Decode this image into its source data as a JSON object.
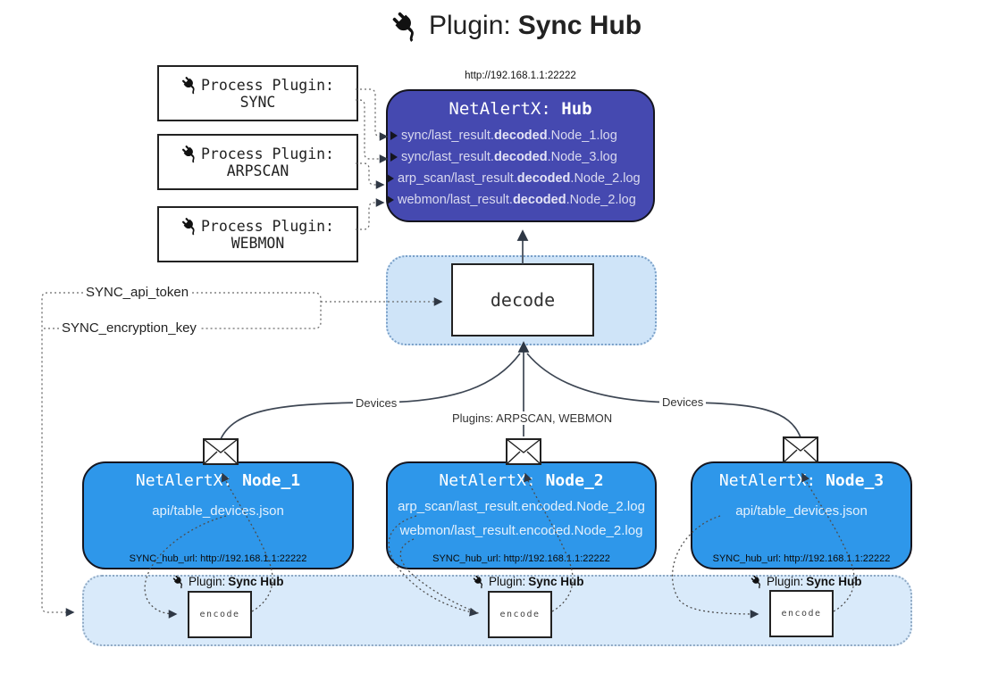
{
  "title": {
    "label": "Plugin:",
    "name": "Sync Hub"
  },
  "hub": {
    "url": "http://192.168.1.1:22222",
    "title_label": "NetAlertX:",
    "title_name": "Hub",
    "logs": [
      {
        "pre": "sync/last_result.",
        "bold": "decoded",
        "post": ".Node_1.log"
      },
      {
        "pre": "sync/last_result.",
        "bold": "decoded",
        "post": ".Node_3.log"
      },
      {
        "pre": "arp_scan/last_result.",
        "bold": "decoded",
        "post": ".Node_2.log"
      },
      {
        "pre": "webmon/last_result.",
        "bold": "decoded",
        "post": ".Node_2.log"
      }
    ]
  },
  "process_plugins": [
    {
      "label": "Process Plugin:",
      "name": "SYNC"
    },
    {
      "label": "Process Plugin:",
      "name": "ARPSCAN"
    },
    {
      "label": "Process Plugin:",
      "name": "WEBMON"
    }
  ],
  "decode": {
    "label": "decode"
  },
  "settings": {
    "api_token": "SYNC_api_token",
    "encryption_key": "SYNC_encryption_key"
  },
  "edge_labels": {
    "devices_left": "Devices",
    "plugins_middle": "Plugins: ARPSCAN, WEBMON",
    "devices_right": "Devices"
  },
  "nodes": [
    {
      "title_label": "NetAlertX:",
      "title_name": "Node_1",
      "files": [
        "api/table_devices.json"
      ],
      "hub_url": "SYNC_hub_url: http://192.168.1.1:22222"
    },
    {
      "title_label": "NetAlertX:",
      "title_name": "Node_2",
      "files": [
        "arp_scan/last_result.encoded.Node_2.log",
        "webmon/last_result.encoded.Node_2.log"
      ],
      "hub_url": "SYNC_hub_url: http://192.168.1.1:22222"
    },
    {
      "title_label": "NetAlertX:",
      "title_name": "Node_3",
      "files": [
        "api/table_devices.json"
      ],
      "hub_url": "SYNC_hub_url: http://192.168.1.1:22222"
    }
  ],
  "encoders": [
    {
      "plugin_label": "Plugin:",
      "plugin_name": "Sync Hub",
      "box_label": "encode"
    },
    {
      "plugin_label": "Plugin:",
      "plugin_name": "Sync Hub",
      "box_label": "encode"
    },
    {
      "plugin_label": "Plugin:",
      "plugin_name": "Sync Hub",
      "box_label": "encode"
    }
  ],
  "colors": {
    "hub_fill": "#4549b0",
    "node_fill": "#2e97ea",
    "band_fill": "#d9eafa",
    "decode_area_fill": "#cfe4f8"
  }
}
